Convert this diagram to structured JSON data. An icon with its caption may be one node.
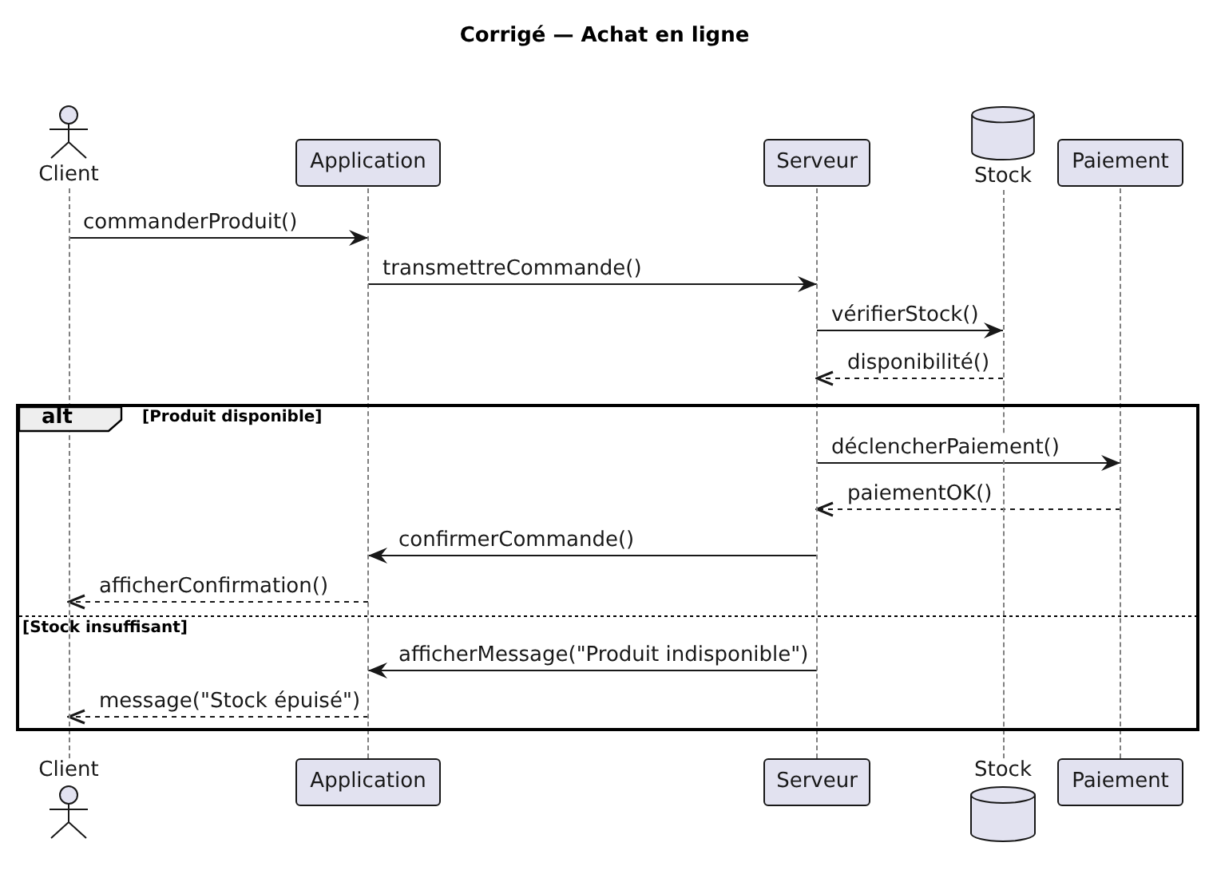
{
  "diagram": {
    "title": "Corrigé — Achat en ligne",
    "nodes": [
      {
        "text": [
          "Client"
        ]
      },
      {
        "text": [
          "Application"
        ]
      },
      {
        "text": [
          "Serveur"
        ]
      },
      {
        "text": [
          "Stock"
        ]
      },
      {
        "text": [
          "Paiement"
        ]
      },
      {
        "text": [],
        "shape": "line"
      },
      {
        "text": [],
        "shape": "line"
      },
      {
        "text": [],
        "shape": "line"
      },
      {
        "text": [],
        "shape": "line"
      },
      {
        "text": [],
        "shape": "line"
      },
      {
        "text": [
          "Client"
        ]
      },
      {
        "text": [
          "Application"
        ]
      },
      {
        "text": [
          "Serveur"
        ]
      },
      {
        "text": [
          "Stock"
        ]
      },
      {
        "text": [
          "Paiement"
        ]
      }
    ],
    "edges": [
      {
        "from": 5,
        "to": 6,
        "arrow": "to",
        "label": "commanderProduit()"
      },
      {
        "from": 6,
        "to": 7,
        "arrow": "to",
        "label": "transmettreCommande()"
      },
      {
        "from": 7,
        "to": 8,
        "arrow": "to",
        "label": "vérifierStock()"
      },
      {
        "from": 8,
        "to": 7,
        "arrow": "to",
        "label": "disponibilité()",
        "style": "dashed"
      },
      {
        "from": 7,
        "to": 9,
        "arrow": "to",
        "label": "déclencherPaiement()"
      },
      {
        "from": 9,
        "to": 7,
        "arrow": "to",
        "label": "paiementOK()",
        "style": "dashed"
      },
      {
        "from": 7,
        "to": 6,
        "arrow": "to",
        "label": "confirmerCommande()"
      },
      {
        "from": 6,
        "to": 5,
        "arrow": "to",
        "label": "afficherConfirmation()",
        "style": "dashed"
      },
      {
        "from": 7,
        "to": 6,
        "arrow": "to",
        "label": "afficherMessage(\"Produit indisponible\")"
      },
      {
        "from": 6,
        "to": 5,
        "arrow": "to",
        "label": "message(\"Stock épuisé\")",
        "style": "dashed"
      }
    ],
    "labels": [
      "alt",
      "[Produit disponible]",
      "[Stock insuffisant]"
    ]
  }
}
